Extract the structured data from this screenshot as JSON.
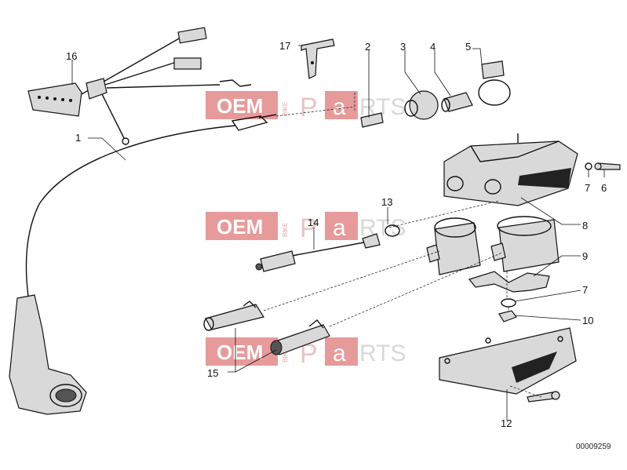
{
  "watermark": {
    "oem": "OEM",
    "bike": "BIKE",
    "p": "P",
    "a": "a",
    "rts": "RTS"
  },
  "callouts": [
    "1",
    "2",
    "3",
    "4",
    "5",
    "6",
    "7",
    "8",
    "9",
    "7",
    "10",
    "12",
    "13",
    "14",
    "15",
    "16",
    "17"
  ],
  "reference_number": "00009259"
}
